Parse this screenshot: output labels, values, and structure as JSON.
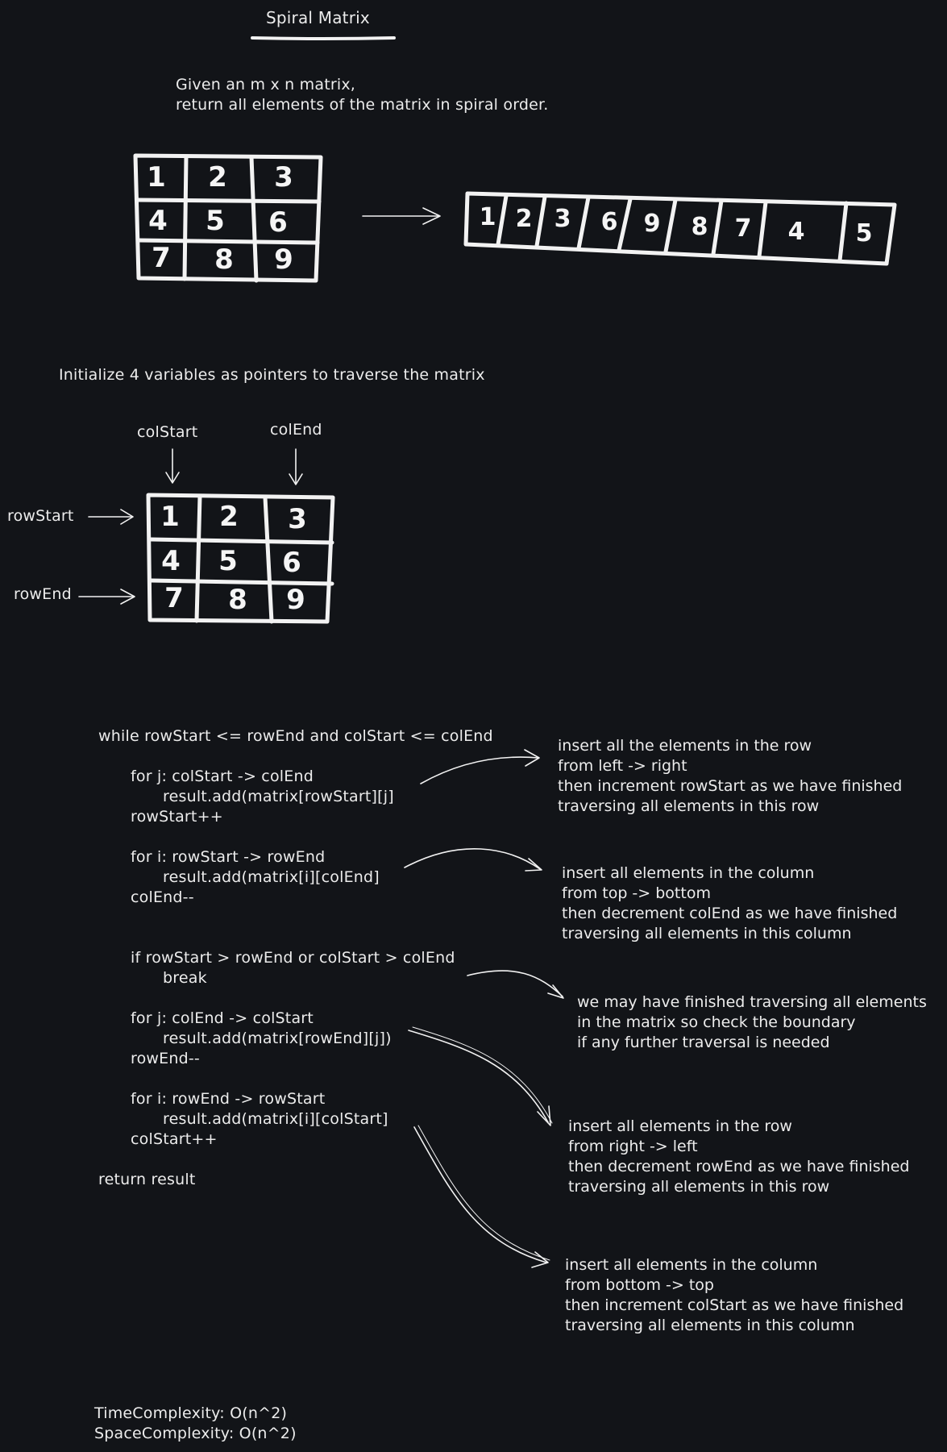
{
  "title": "Spiral Matrix",
  "problem": {
    "line1": "Given an m x n matrix,",
    "line2": "return all elements of the matrix in spiral order."
  },
  "matrix": [
    "1",
    "2",
    "3",
    "4",
    "5",
    "6",
    "7",
    "8",
    "9"
  ],
  "spiral_output": [
    "1",
    "2",
    "3",
    "6",
    "9",
    "8",
    "7",
    "4",
    "5"
  ],
  "init_text": "Initialize 4 variables as pointers to traverse the matrix",
  "pointers": {
    "col_start": "colStart",
    "col_end": "colEnd",
    "row_start": "rowStart",
    "row_end": "rowEnd"
  },
  "code": {
    "while_line": "while rowStart <= rowEnd and colStart <= colEnd",
    "b1_l1": "for j: colStart -> colEnd",
    "b1_l2": "result.add(matrix[rowStart][j]",
    "b1_l3": "rowStart++",
    "b2_l1": "for i: rowStart -> rowEnd",
    "b2_l2": "result.add(matrix[i][colEnd]",
    "b2_l3": "colEnd--",
    "b3_l1": "if rowStart > rowEnd or colStart > colEnd",
    "b3_l2": "break",
    "b4_l1": "for j: colEnd -> colStart",
    "b4_l2": "result.add(matrix[rowEnd][j])",
    "b4_l3": "rowEnd--",
    "b5_l1": "for i: rowEnd -> rowStart",
    "b5_l2": "result.add(matrix[i][colStart]",
    "b5_l3": "colStart++",
    "return_line": "return result"
  },
  "notes": {
    "n1": [
      "insert all the elements in the row",
      "from left -> right",
      "then increment rowStart as we have finished",
      "traversing all elements in this row"
    ],
    "n2": [
      "insert all elements in the column",
      "from top -> bottom",
      "then decrement colEnd as we have finished",
      "traversing all elements in this column"
    ],
    "n3": [
      "we may have finished traversing all elements",
      "in the matrix so check the boundary",
      "if any further traversal is needed"
    ],
    "n4": [
      "insert all elements in the row",
      "from right -> left",
      "then decrement rowEnd as we have finished",
      "traversing all elements in this row"
    ],
    "n5": [
      "insert all elements in the column",
      "from bottom -> top",
      "then increment colStart as we have finished",
      "traversing all elements in this column"
    ]
  },
  "complexity": {
    "time": "TimeComplexity: O(n^2)",
    "space": "SpaceComplexity: O(n^2)"
  },
  "colors": {
    "background": "#121418",
    "ink": "#f0f0f0"
  }
}
